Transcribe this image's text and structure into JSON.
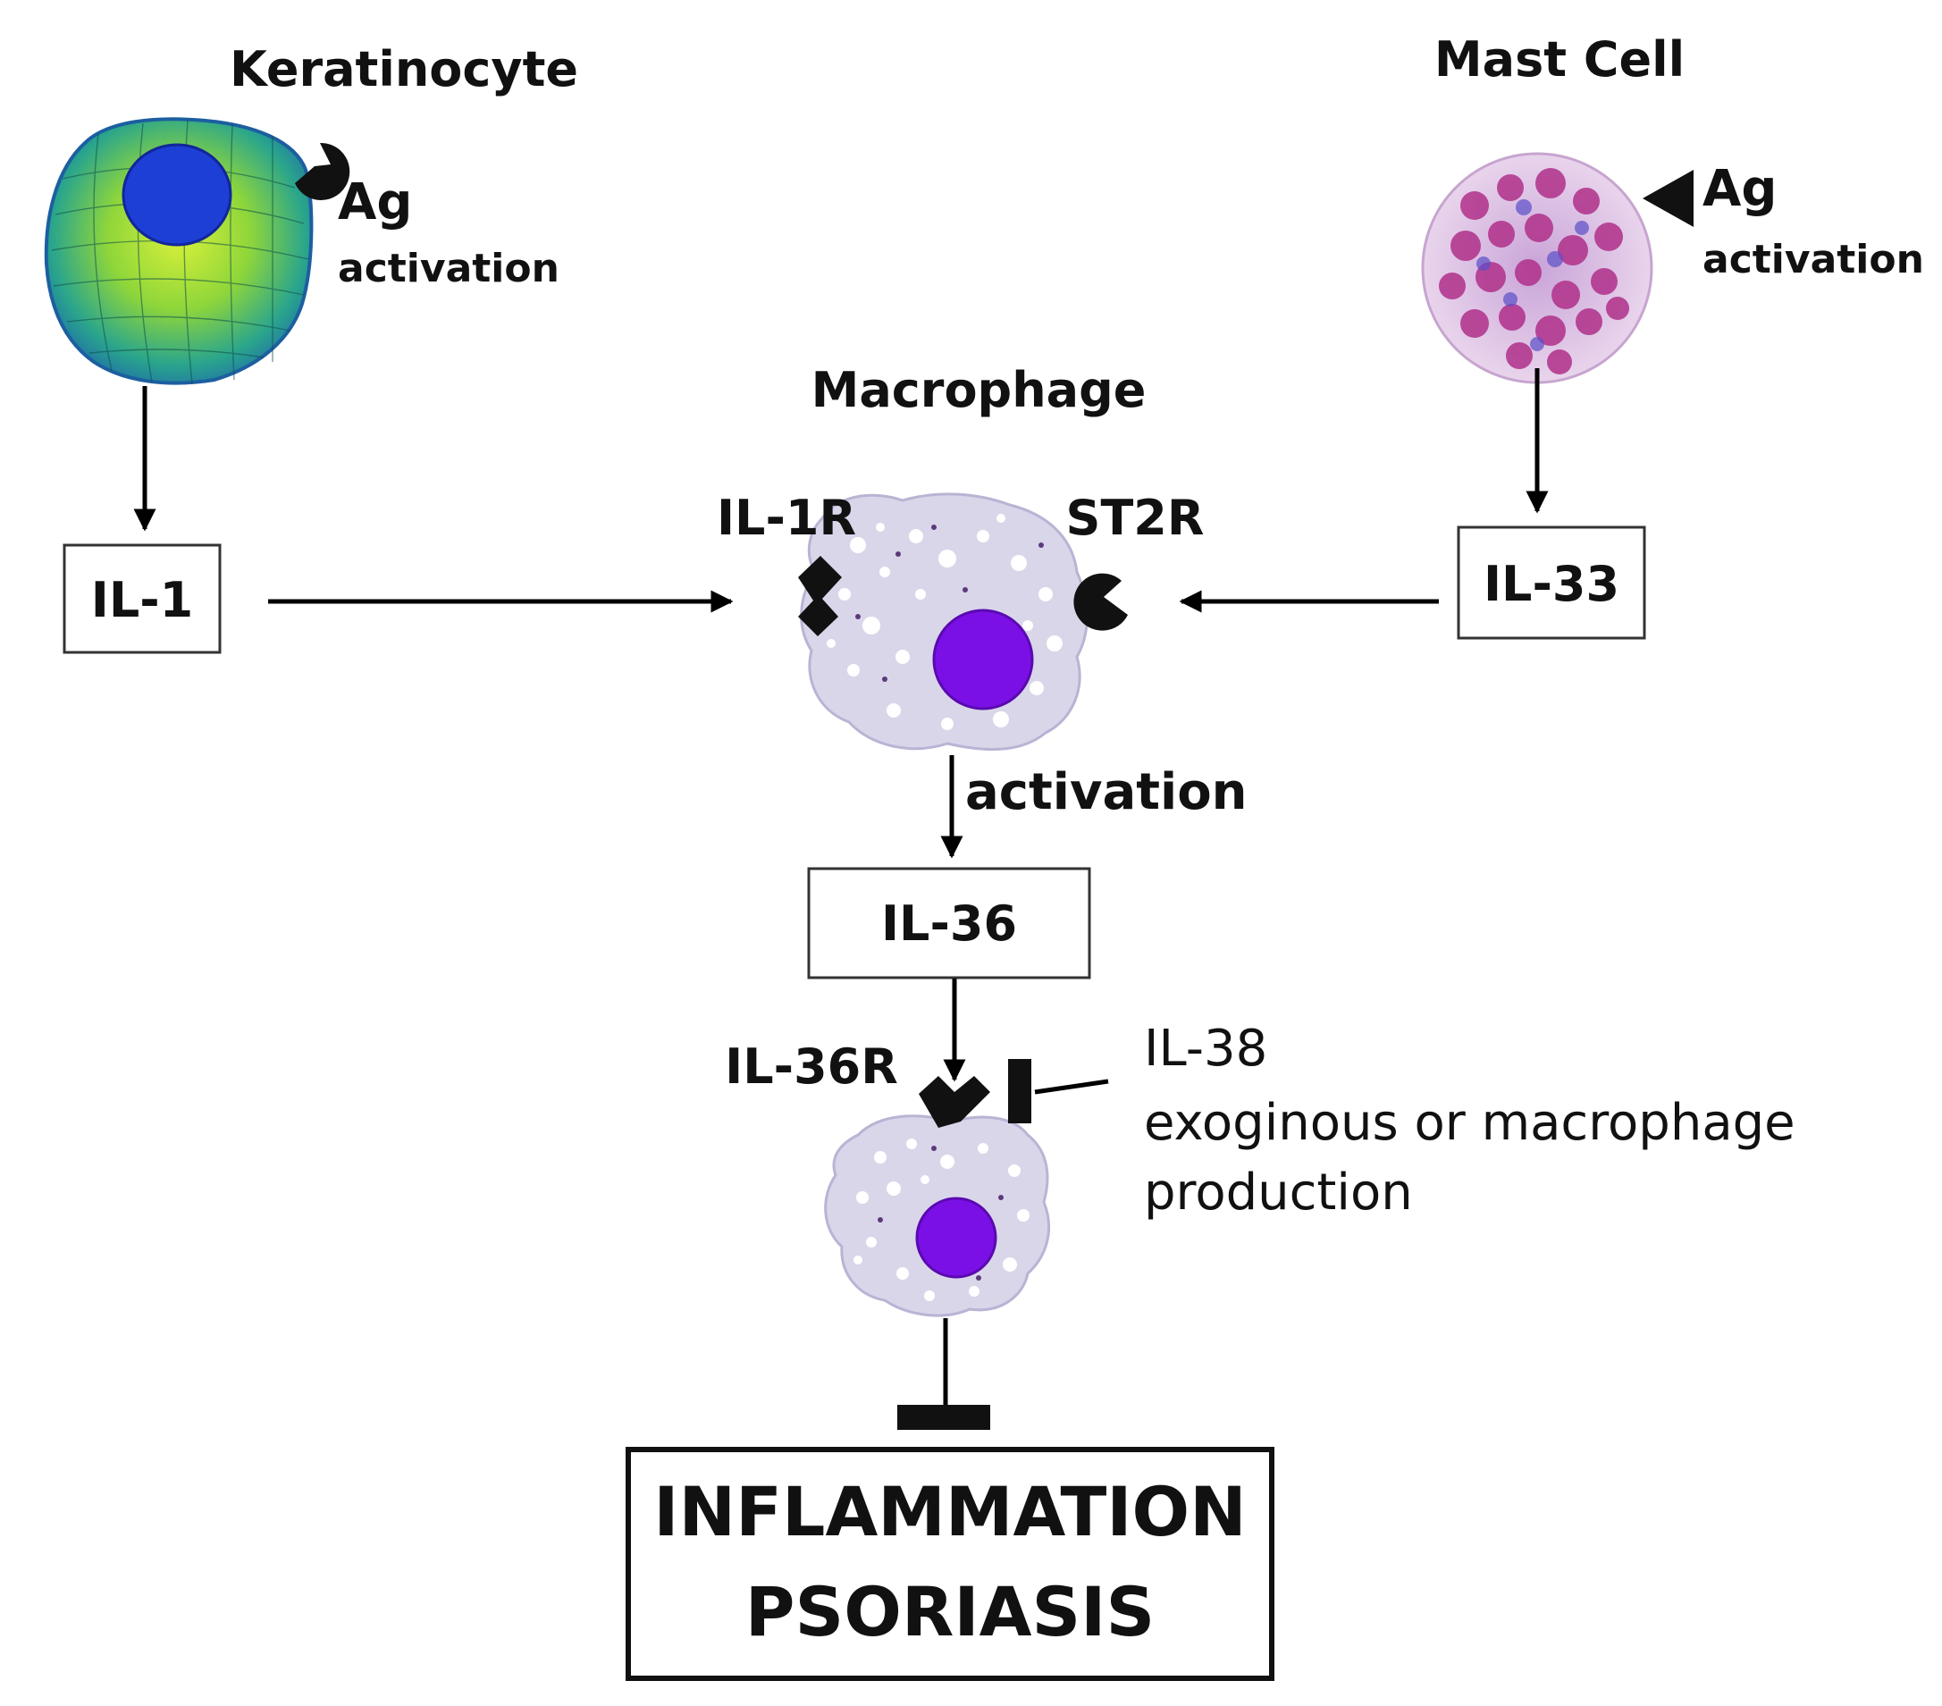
{
  "cells": {
    "keratinocyte": {
      "title": "Keratinocyte",
      "antigen": "Ag",
      "activation": "activation"
    },
    "mast_cell": {
      "title": "Mast Cell",
      "antigen": "Ag",
      "activation": "activation"
    },
    "macrophage": {
      "title": "Macrophage",
      "receptor_left": "IL-1R",
      "receptor_right": "ST2R",
      "activation": "activation"
    },
    "target_macrophage": {
      "receptor": "IL-36R"
    }
  },
  "cytokines": {
    "il1": "IL-1",
    "il33": "IL-33",
    "il36": "IL-36"
  },
  "inhibitor": {
    "name": "IL-38",
    "line1": "exoginous or macrophage",
    "line2": "production"
  },
  "outcome": {
    "line1": "INFLAMMATION",
    "line2": "PSORIASIS"
  },
  "colors": {
    "keratinocyte_body": "#2e8fb0",
    "keratinocyte_mesh": "#b8e62a",
    "keratinocyte_nucleus": "#1d3fd6",
    "mast_body": "#e7c9e6",
    "mast_granule": "#b0308a",
    "macrophage_body": "#d9d6ea",
    "macrophage_nucleus": "#7a10e6"
  }
}
